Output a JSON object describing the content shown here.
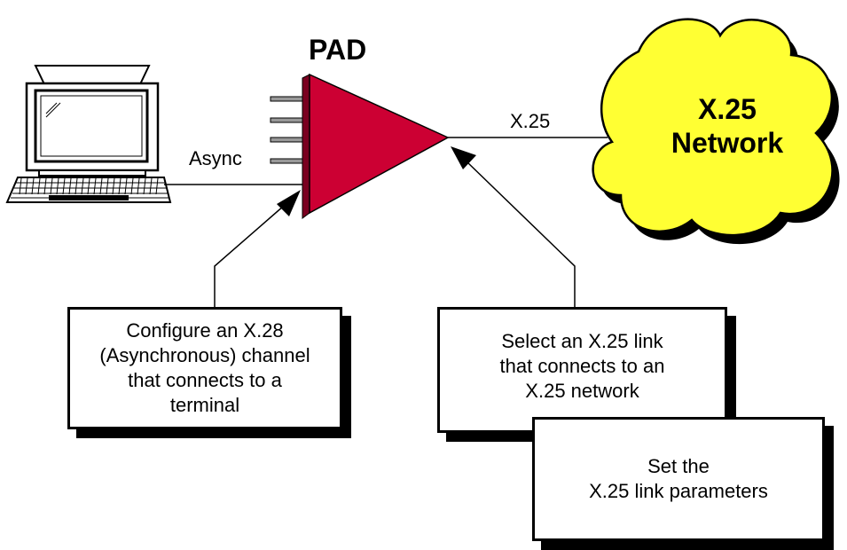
{
  "pad": {
    "title": "PAD"
  },
  "links": {
    "async_label": "Async",
    "x25_label": "X.25"
  },
  "network": {
    "line1": "X.25",
    "line2": "Network",
    "fill_color": "#ffff33"
  },
  "boxes": {
    "x28_channel": {
      "line1": "Configure an X.28",
      "line2": "(Asynchronous) channel",
      "line3": "that connects to a",
      "line4": "terminal"
    },
    "x25_link": {
      "line1": "Select an X.25 link",
      "line2": "that connects to an",
      "line3": "X.25 network"
    },
    "link_params": {
      "line1": "Set the",
      "line2": "X.25 link parameters"
    }
  },
  "colors": {
    "pad_red": "#cc0033",
    "pad_dark": "#7a0020",
    "line": "#000000"
  }
}
